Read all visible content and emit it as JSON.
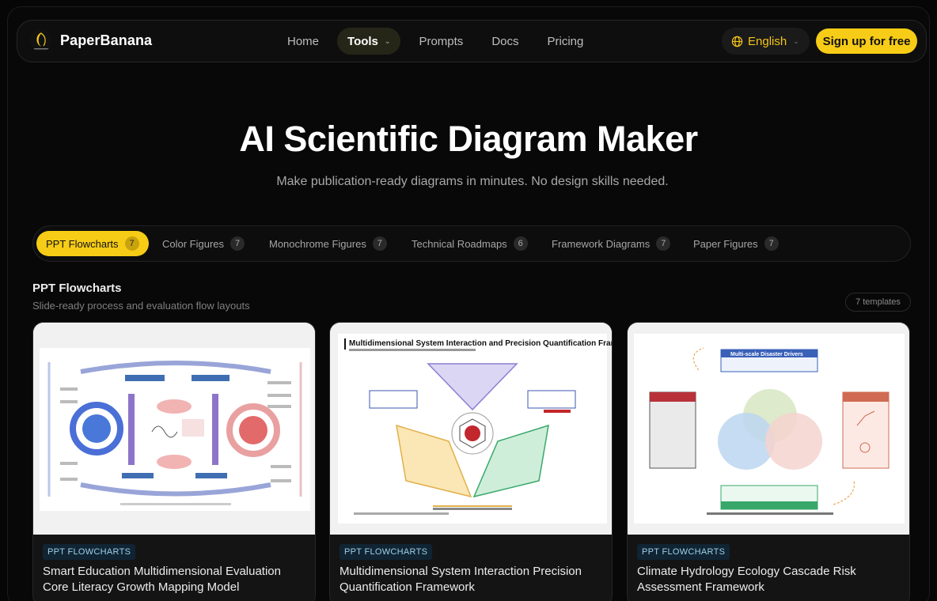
{
  "brand": {
    "name": "PaperBanana"
  },
  "nav": {
    "items": [
      {
        "label": "Home"
      },
      {
        "label": "Tools"
      },
      {
        "label": "Prompts"
      },
      {
        "label": "Docs"
      },
      {
        "label": "Pricing"
      }
    ],
    "language": "English",
    "signup": "Sign up for free"
  },
  "hero": {
    "title": "AI Scientific Diagram Maker",
    "subtitle": "Make publication-ready diagrams in minutes. No design skills needed."
  },
  "tabs": [
    {
      "label": "PPT Flowcharts",
      "count": "7"
    },
    {
      "label": "Color Figures",
      "count": "7"
    },
    {
      "label": "Monochrome Figures",
      "count": "7"
    },
    {
      "label": "Technical Roadmaps",
      "count": "6"
    },
    {
      "label": "Framework Diagrams",
      "count": "7"
    },
    {
      "label": "Paper Figures",
      "count": "7"
    }
  ],
  "section": {
    "title": "PPT Flowcharts",
    "subtitle": "Slide-ready process and evaluation flow layouts",
    "badge": "7 templates"
  },
  "cards": [
    {
      "tag": "PPT FLOWCHARTS",
      "title": "Smart Education Multidimensional Evaluation Core Literacy Growth Mapping Model"
    },
    {
      "tag": "PPT FLOWCHARTS",
      "title": "Multidimensional System Interaction Precision Quantification Framework",
      "preview_heading": "Multidimensional System Interaction and Precision Quantification Fran"
    },
    {
      "tag": "PPT FLOWCHARTS",
      "title": "Climate Hydrology Ecology Cascade Risk Assessment Framework",
      "preview_heading": "Multi-scale Disaster Drivers"
    }
  ]
}
